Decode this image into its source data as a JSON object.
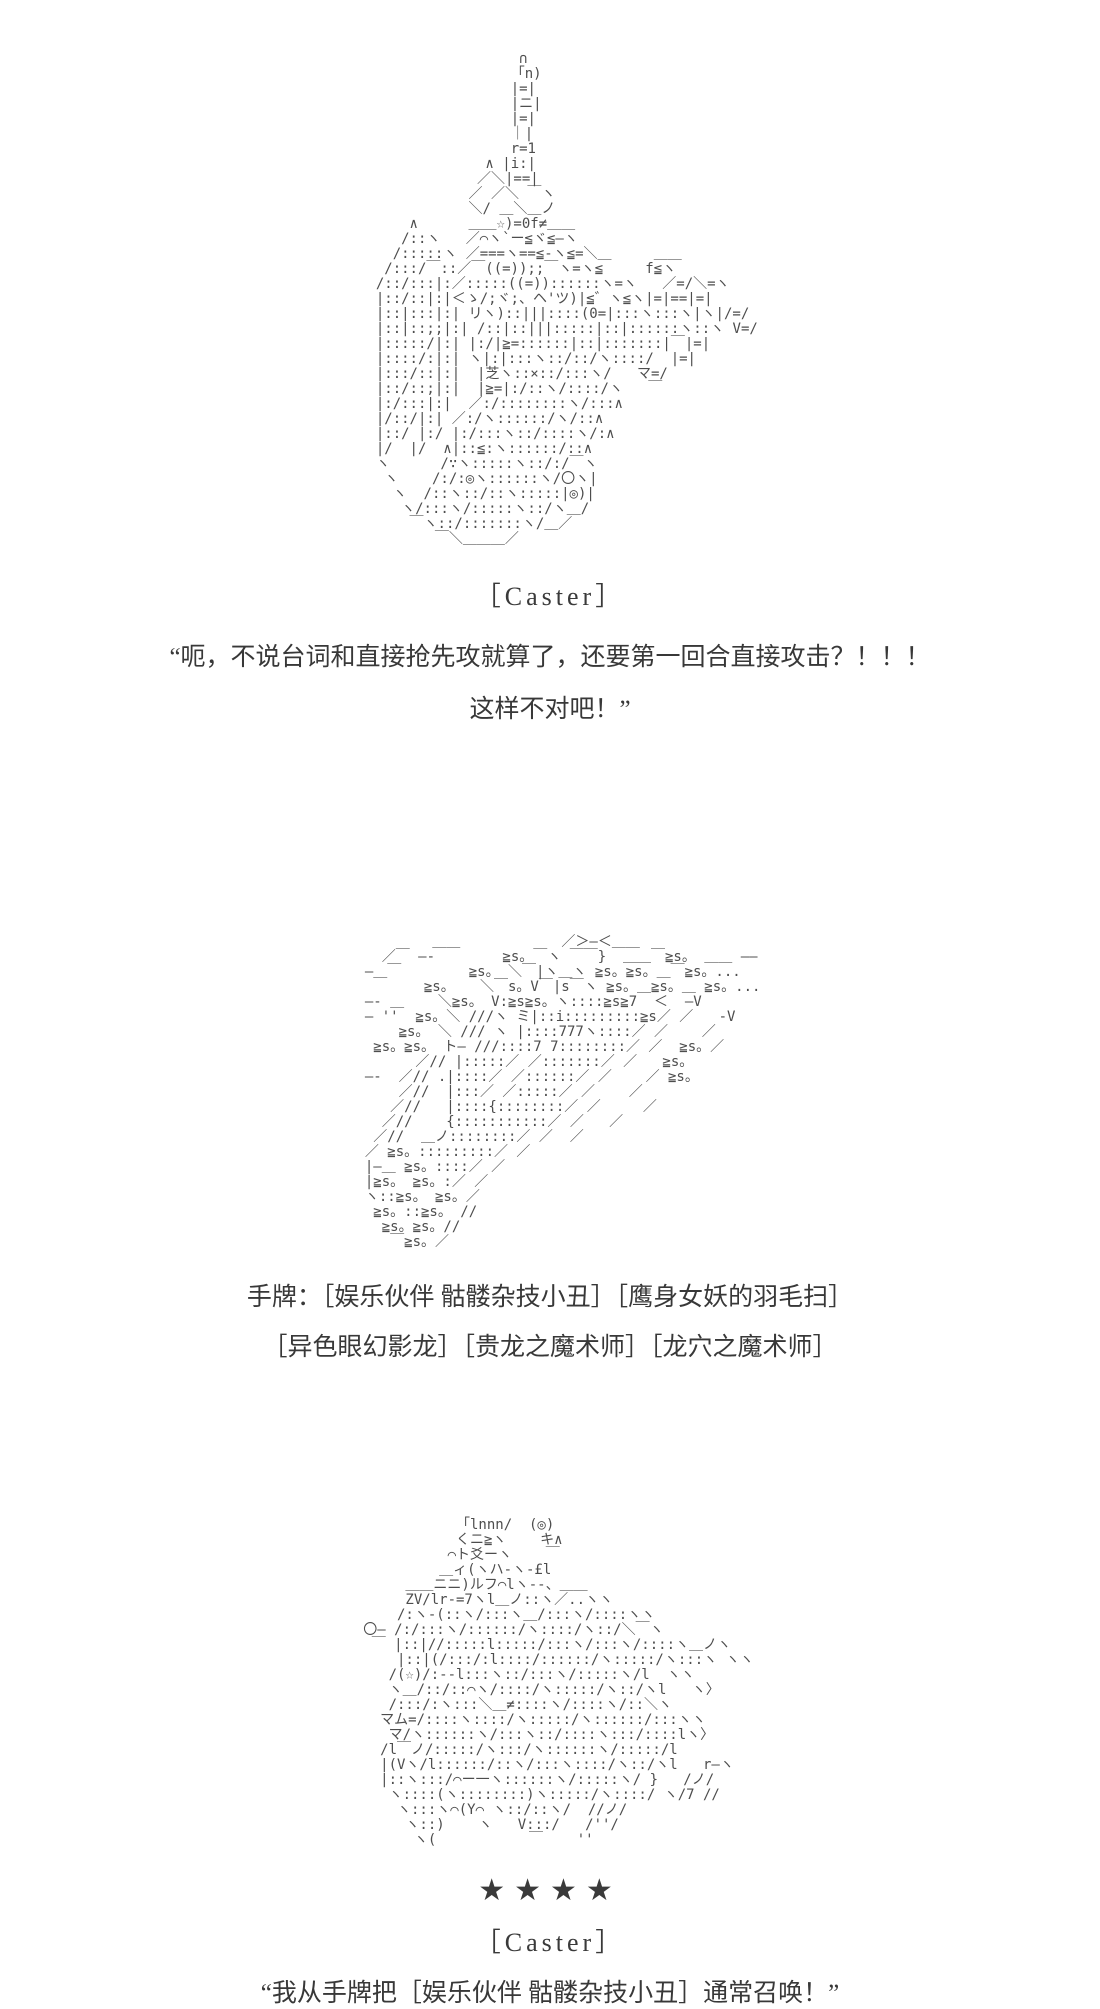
{
  "page": {
    "background": "#ffffff",
    "text_color": "#383838",
    "aa_color": "#4d4d4d"
  },
  "art_caster_top": {
    "name": "caster-portrait-ascii-art",
    "lines": [
      "                     ∩",
      "                    「n)",
      "                    |=|",
      "                    |ニ|",
      "                    |=|",
      "                    ｜|",
      "                    r=1",
      "                 ∧ |i:|",
      "                ／＼|==|",
      "               ／ ／＼ ￣ヽ",
      "               ＼/ ＿＼＿ノ",
      "        ∧      ＿＿☆)=0f≠＿＿",
      "       /::ヽ   ／⌒ヽ`ー≦ヾ≦―ヽ",
      "      /:::::ヽ ／===ヽ==≦-ヽ≦=＼＿     ＿＿",
      "     /:::/￣::／￣((=));;￣ヽ=ヽ≦     f≦ヽ",
      "    /::/:::|:／:::::((=))::::::ヽ=ヽ   ／=/＼=ヽ",
      "    |::/::|:|＜ゝ/;ヾ;、ヘ'ツ)|≦゛ヽ≦ヽ|=|==|=|",
      "    |::|:::|:| リヽ)::|||::::(0=|:::ヽ:::ヽ|ヽ|/=/",
      "    |::|::;;|:| /::|::|||:::::|::|::::::ヽ::ヽ V=/",
      "    |:::::/|:| |:/|≧=::::::|::|:::::::|￣|=|",
      "    |::::/:|:| ヽ|:|:::ヽ::/::/ヽ::::/  |=|",
      "    |:::/::|:|  |芝ヽ::×::/:::ヽ/   マ=/",
      "    |::/::;|:|  |≧=|:/::ヽ/::::/ヽ   ￣",
      "    |:/:::|:|  ／:/::::::::ヽ/:::∧",
      "    |/::/|:| ／:/ヽ::::::/ヽ/::∧",
      "    |::/ |:/ |:/:::ヽ::/::::ヽ/:∧",
      "    |/  |/  ∧|::≦:ヽ::::::/::∧",
      "    ヽ      /∵ヽ:::::ヽ::/:/￣ヽ",
      "     ヽ    /:/:◎ヽ::::::ヽ/〇ヽ|",
      "      ヽ  /::ヽ::/::ヽ:::::|◎)|",
      "       ヽ/:::ヽ/:::::ヽ::/ヽ＿/",
      "        ￣ヽ::/:::::::ヽ/＿／",
      "           ￣＼＿＿＿／",
      ""
    ]
  },
  "scene1": {
    "speaker": "［Caster］",
    "line1": "“呃，不说台词和直接抢先攻就算了，还要第一回合直接攻击？！！！",
    "line2": "这样不对吧！”"
  },
  "art_hand": {
    "name": "card-hand-ascii-art",
    "lines": [
      "           ＿＿            ／＞―＜＿＿",
      "     ／￣ ―-        ≧s。￣ヽ ￣￣}  ＿＿￣≧s。 ＿＿ ――",
      "   ―＿￣        ≧s。 ＼￣|ヽ＿ヽ ≧s。≧s。＿￣≧s。...",
      "          ≧s。   ＼￣s。V￣|s￣ヽ ≧s。＿≧s。＿ ≧s。...",
      "   ―- ＿    ＼≧s。 V:≧s≧s。ヽ::::≧s≧7  ＜  ―V",
      "   ― ''  ≧s。＼ ///ヽ ミ|::i:::::::::≧s／ ／   -V",
      "       ≧s。 ＼ /// ヽ |::::777ヽ::::／ ／    ／",
      "    ≧s。≧s。 ト― ///::::7 7::::::::／ ／  ≧s。／",
      "         ／// |:::::／ ／:::::::／ ／   ≧s。",
      "   ―-  ／// .|::::／ ／::::::／ ／    ／ ≧s。",
      "       ／//  |:::／ ／:::::／ ／    ／",
      "      ／//   |::::{::::::::／ ／     ／",
      "     ／//    {:::::::::::／ ／   ／",
      "    ／//  ＿ノ::::::::／ ／  ／",
      "   ／ ≧s。:::::::::／ ／",
      "   |―＿ ≧s。::::／ ／",
      "   |≧s。 ≧s。:／ ／",
      "   ヽ::≧s。 ≧s。／",
      "    ≧s。::≧s。 //",
      "     ≧s。≧s。//",
      "      ￣≧s。／"
    ]
  },
  "hand": {
    "line1": "手牌：［娱乐伙伴 骷髅杂技小丑］［鹰身女妖的羽毛扫］",
    "line2": "［异色眼幻影龙］［贵龙之魔术师］［龙穴之魔术师］"
  },
  "art_summon": {
    "name": "summoned-monster-ascii-art",
    "lines": [
      "             「lnnn/  (◎)",
      "             くニ≧ヽ    キ∧",
      "            ⌒ト爻ーヽ    ￣",
      "           ＿ィ(ヽハ-ヽ-£l",
      "       ＿＿ニニ)ルフ⌒lヽ--、＿＿",
      "       ZV/lr-=7ヽl＿ノ::ヽ／..ヽヽ",
      "      /:ヽ-(::ヽ/:::ヽ＿/:::ヽ/::::ヽヽ",
      "  〇― /:/:::ヽ/::::::/ヽ::::/ヽ::/＼￣ヽ",
      "   ￣ |::|//:::::l:::::/:::ヽ/:::ヽ/::::ヽ＿ノヽ",
      "      |::|(/:::/:l::::/::::::/ヽ:::::/ヽ:::ヽ ヽヽ",
      "     /(☆)/:--l:::ヽ::/:::ヽ/:::::ヽ/l  ヽヽ",
      "     ヽ＿/::/::⌒ヽ/::::/ヽ:::::/ヽ::/ヽl   ヽ〉",
      "     /:::/:ヽ:::＼＿≠::::ヽ/::::ヽ/::＼ヽ",
      "    マム=/::::ヽ::::/ヽ:::::/ヽ::::::/:::ヽヽ",
      "     マ/ヽ::::::ヽ/:::ヽ::/::::ヽ:::/::::lヽ〉",
      "    /l￣ノ/:::::/ヽ:::/ヽ::::::ヽ/:::::/l",
      "    |(Vヽ/l::::::/::ヽ/:::ヽ::::/ヽ::/ヽl   r―ヽ",
      "    |::ヽ:::/⌒ー一ヽ::::::ヽ/:::::ヽ/ }   /ノ/",
      "     ヽ::::(ヽ::::::::)ヽ:::::/ヽ::::/ ヽ/7 //",
      "      ヽ:::ヽ⌒(Y⌒ ヽ::/::ヽ/  //ノ/",
      "       ヽ::)    ヽ   V:::/   /''/",
      "        ヽ(           ￣    ''"
    ]
  },
  "scene2": {
    "stars": "★★★★",
    "speaker": "［Caster］",
    "line1": "“我从手牌把［娱乐伙伴 骷髅杂技小丑］通常召唤！”"
  }
}
